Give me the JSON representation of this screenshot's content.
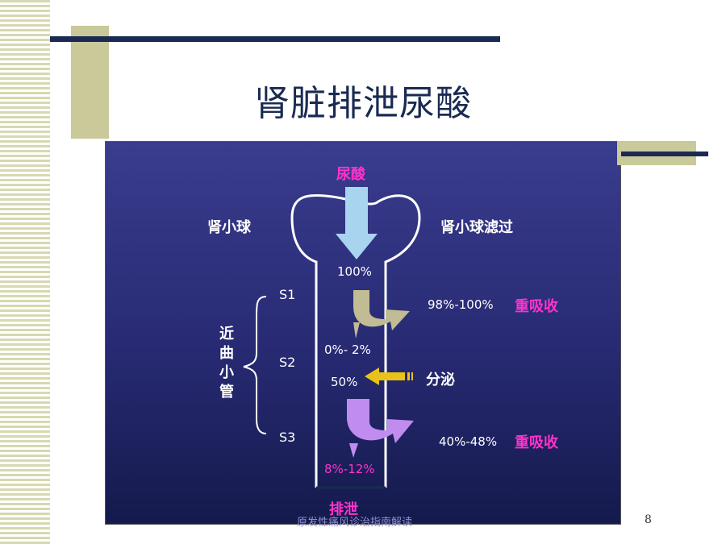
{
  "title": "肾脏排泄尿酸",
  "diagram": {
    "uric_acid": "尿酸",
    "glomerulus": "肾小球",
    "glomerular_filtration": "肾小球滤过",
    "filtered_pct": "100%",
    "proximal_tubule_chars": [
      "近",
      "曲",
      "小",
      "管"
    ],
    "segments": [
      "S1",
      "S2",
      "S3"
    ],
    "reabsorb_1_pct": "98%-100%",
    "reabsorb_label": "重吸收",
    "remaining_1_pct": "0%- 2%",
    "secretion_pct": "50%",
    "secretion_label": "分泌",
    "reabsorb_2_pct": "40%-48%",
    "excreted_pct": "8%-12%",
    "excretion_label": "排泄"
  },
  "footer": "原发性痛风诊治指南解读",
  "page_number": "8",
  "colors": {
    "title": "#1a2a52",
    "highlight": "#ff33cc",
    "panel": "#272a72",
    "filter_arrow": "#a8d4f0",
    "reabsorb_arrow_1": "#c2bc94",
    "reabsorb_arrow_2": "#c08cf0",
    "secretion_arrow": "#e8c21a"
  }
}
